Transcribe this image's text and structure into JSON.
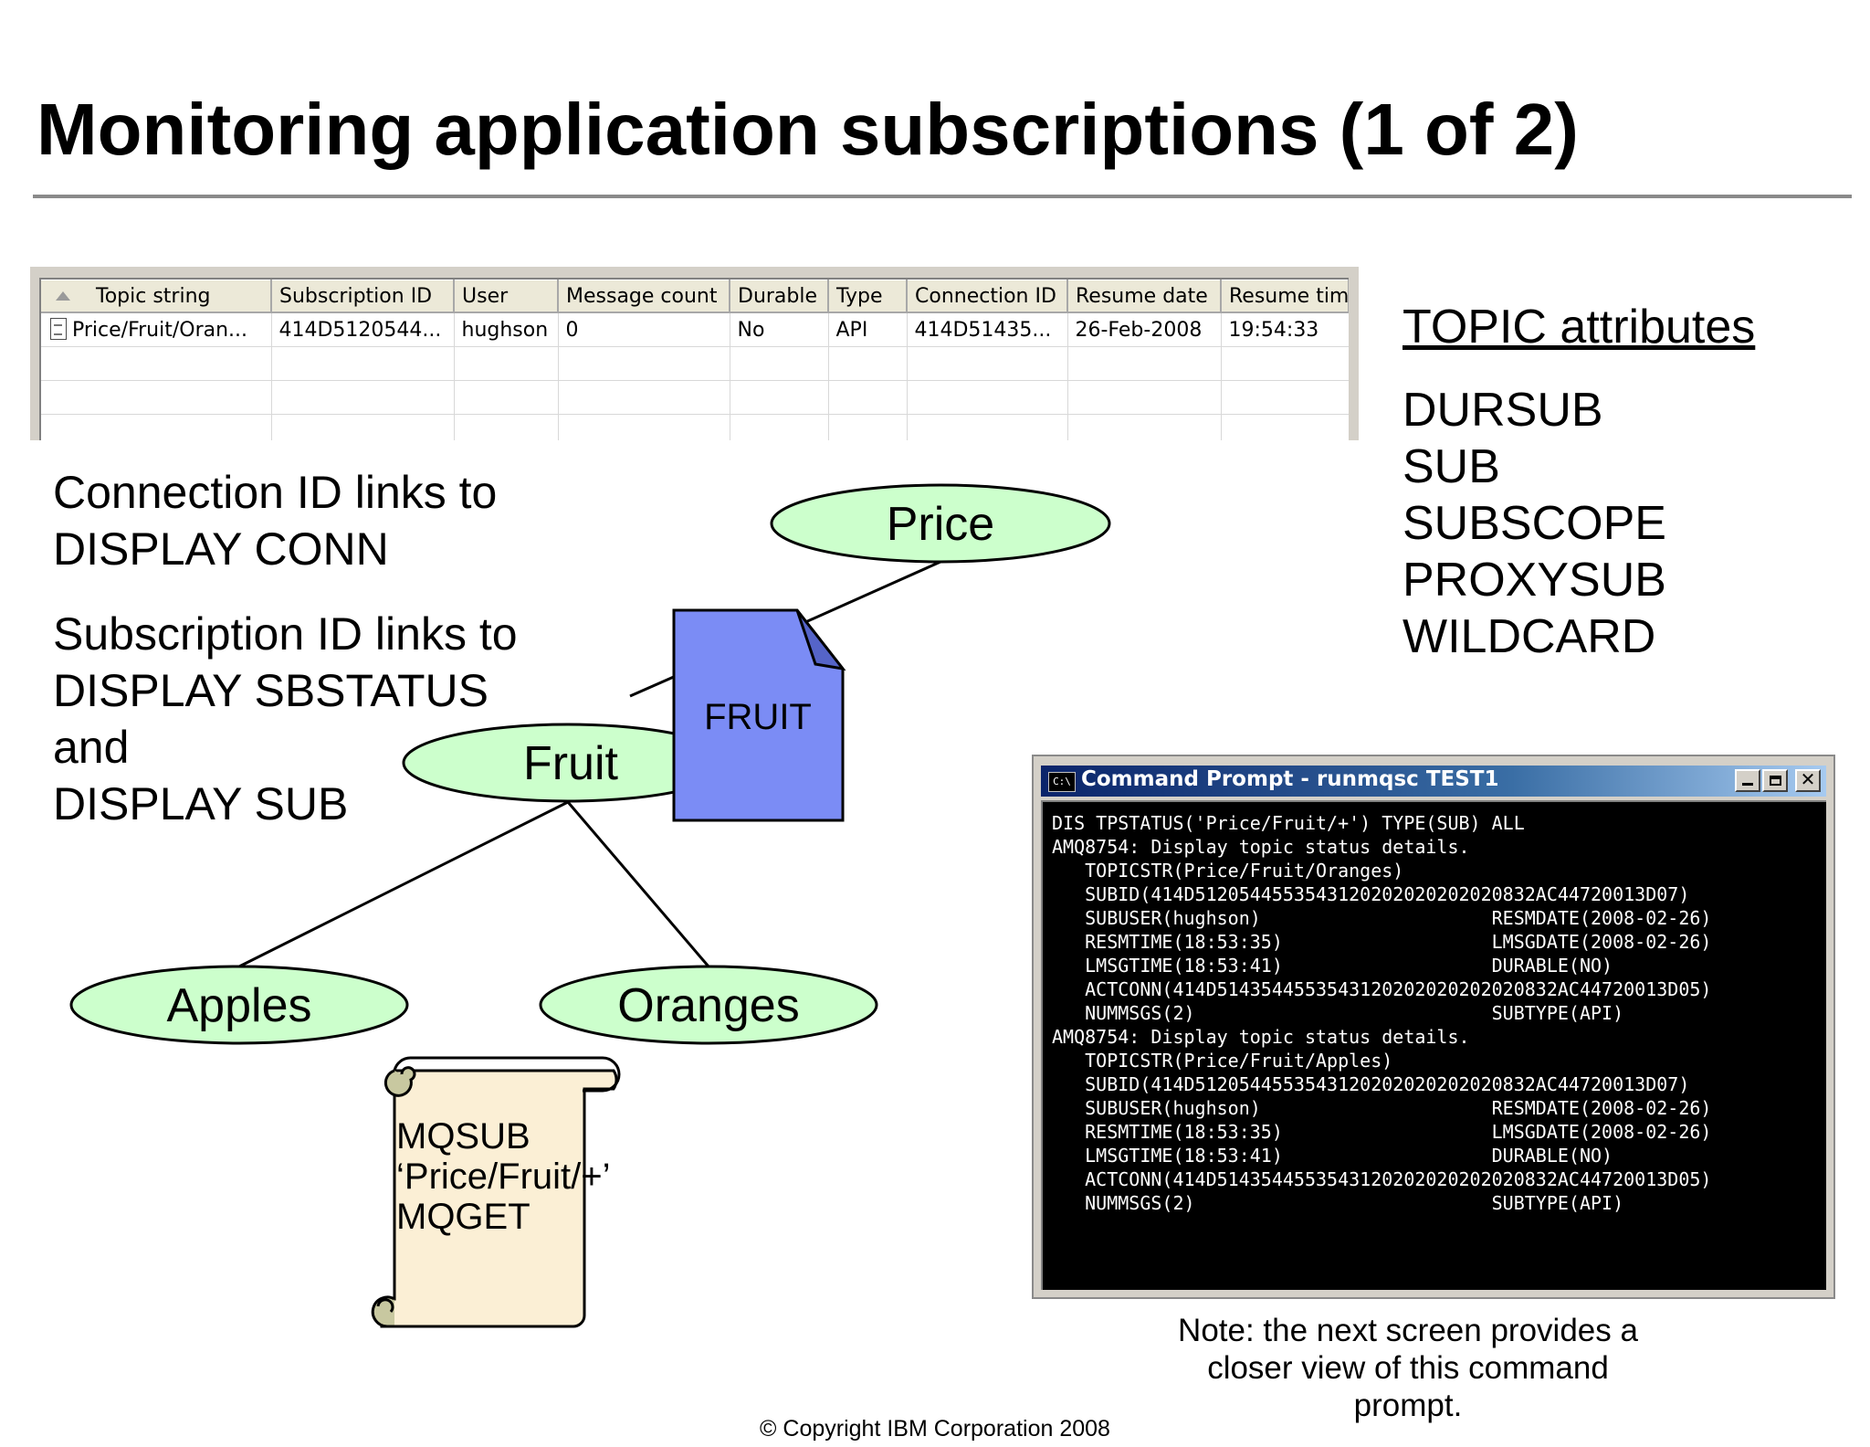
{
  "slide": {
    "title": "Monitoring application subscriptions (1 of 2)"
  },
  "subscriptions_table": {
    "columns": [
      "Topic string",
      "Subscription ID",
      "User",
      "Message count",
      "Durable",
      "Type",
      "Connection ID",
      "Resume date",
      "Resume time"
    ],
    "rows": [
      [
        "Price/Fruit/Oran...",
        "414D5120544...",
        "hughson",
        "0",
        "No",
        "API",
        "414D51435...",
        "26-Feb-2008",
        "19:54:33"
      ]
    ]
  },
  "notes": {
    "connection_line1": "Connection ID links to",
    "connection_line2": "DISPLAY CONN",
    "subscription_line1": "Subscription ID links to",
    "subscription_line2": "DISPLAY SBSTATUS",
    "subscription_line3": "and",
    "subscription_line4": "DISPLAY SUB"
  },
  "topic_attributes": {
    "heading": "TOPIC attributes",
    "items": [
      "DURSUB",
      "SUB",
      "SUBSCOPE",
      "PROXYSUB",
      "WILDCARD"
    ]
  },
  "diagram": {
    "node_price": "Price",
    "node_fruit": "Fruit",
    "node_apples": "Apples",
    "node_oranges": "Oranges",
    "document_label": "FRUIT",
    "scroll_line1": "MQSUB",
    "scroll_line2": "‘Price/Fruit/+’",
    "scroll_line3": "MQGET",
    "node_fill": "#ccffcc",
    "document_fill": "#7b8cf5"
  },
  "command_prompt": {
    "icon": "C:\\",
    "title": "Command Prompt - runmqsc TEST1",
    "output": [
      "DIS TPSTATUS('Price/Fruit/+') TYPE(SUB) ALL",
      "AMQ8754: Display topic status details.",
      "   TOPICSTR(Price/Fruit/Oranges)",
      "   SUBID(414D5120544553543120202020202020832AC44720013D07)",
      "   SUBUSER(hughson)                     RESMDATE(2008-02-26)",
      "   RESMTIME(18:53:35)                   LMSGDATE(2008-02-26)",
      "   LMSGTIME(18:53:41)                   DURABLE(NO)",
      "   ACTCONN(414D5143544553543120202020202020832AC44720013D05)",
      "   NUMMSGS(2)                           SUBTYPE(API)",
      "AMQ8754: Display topic status details.",
      "   TOPICSTR(Price/Fruit/Apples)",
      "   SUBID(414D5120544553543120202020202020832AC44720013D07)",
      "   SUBUSER(hughson)                     RESMDATE(2008-02-26)",
      "   RESMTIME(18:53:35)                   LMSGDATE(2008-02-26)",
      "   LMSGTIME(18:53:41)                   DURABLE(NO)",
      "   ACTCONN(414D5143544553543120202020202020832AC44720013D05)",
      "   NUMMSGS(2)                           SUBTYPE(API)"
    ]
  },
  "footer": {
    "note_line1": "Note: the next screen provides a",
    "note_line2": "closer view of this command prompt.",
    "copyright": "© Copyright IBM Corporation 2008"
  }
}
